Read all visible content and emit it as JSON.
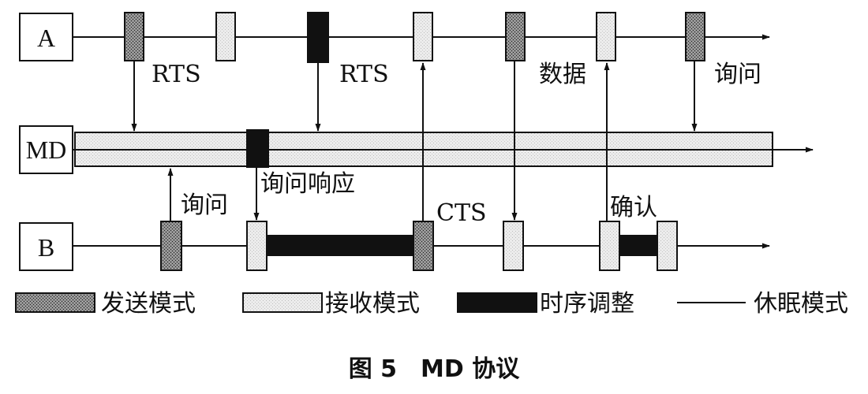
{
  "nodes": {
    "a": "A",
    "md": "MD",
    "b": "B"
  },
  "labels": {
    "rts1": "RTS",
    "rts2": "RTS",
    "data": "数据",
    "query_a": "询问",
    "query_b": "询问",
    "query_response": "询问响应",
    "cts": "CTS",
    "confirm": "确认"
  },
  "legend": {
    "send": "发送模式",
    "receive": "接收模式",
    "timing": "时序调整",
    "sleep": "休眠模式"
  },
  "caption": "图 5　MD 协议"
}
